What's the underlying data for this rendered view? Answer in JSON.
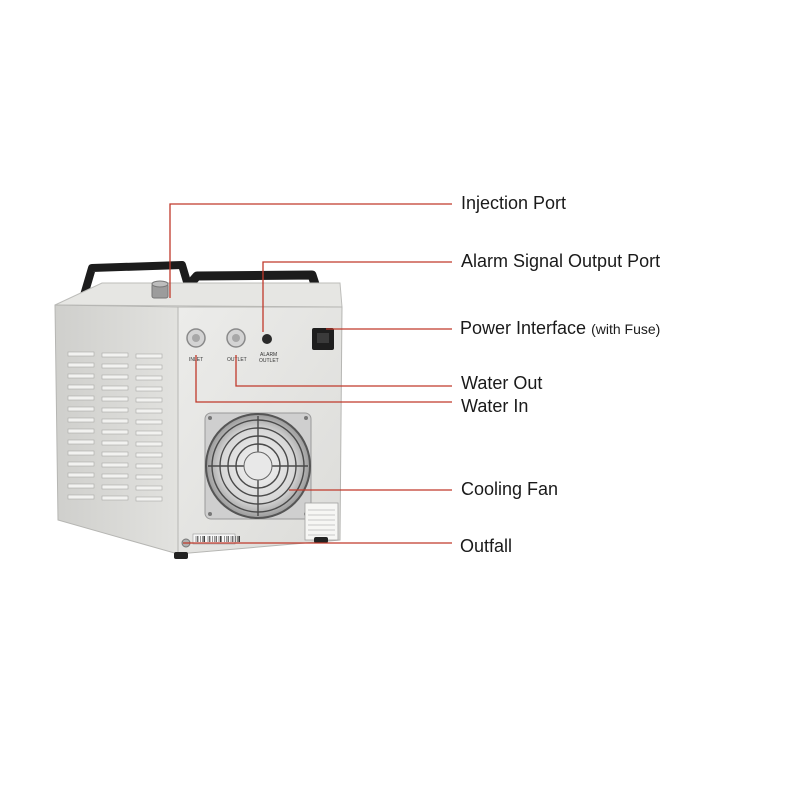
{
  "labels": {
    "injection_port": "Injection Port",
    "alarm_signal_output_port": "Alarm Signal Output Port",
    "power_interface": "Power Interface",
    "power_interface_note": "(with Fuse)",
    "water_out": "Water Out",
    "water_in": "Water In",
    "cooling_fan": "Cooling Fan",
    "outfall": "Outfall"
  },
  "panel_markings": {
    "inlet": "INLET",
    "outlet": "OUTLET",
    "alarm": "ALARM",
    "alarm_outlet": "OUTLET"
  },
  "colors": {
    "leader_line": "#c0392b",
    "label_text": "#1a1a1a",
    "cabinet": "#d9d9d6"
  }
}
